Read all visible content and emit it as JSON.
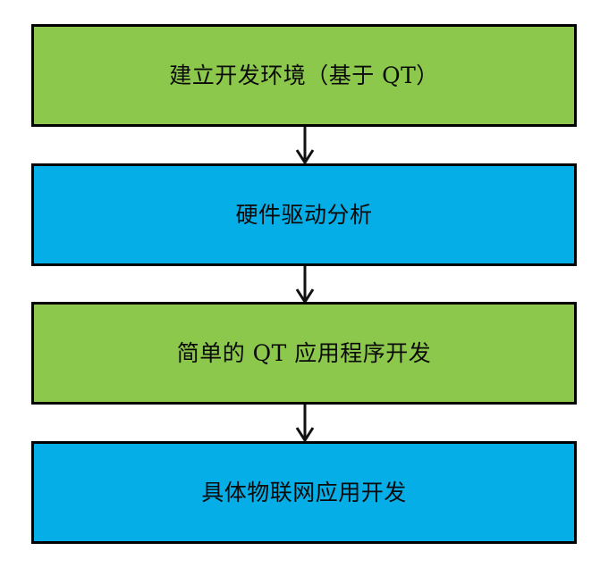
{
  "diagram": {
    "type": "flowchart",
    "orientation": "vertical-top-to-bottom",
    "background_color": "#FFFFFF",
    "border_color": "#000000",
    "text_color": "#0A0A0A",
    "colors": {
      "green": "#8CC84B",
      "blue": "#06AEE8"
    },
    "nodes": [
      {
        "id": "node-1",
        "label": "建立开发环境（基于 QT）",
        "fill": "#8CC84B",
        "shape": "rectangle"
      },
      {
        "id": "node-2",
        "label": "硬件驱动分析",
        "fill": "#06AEE8",
        "shape": "rectangle"
      },
      {
        "id": "node-3",
        "label": "简单的 QT 应用程序开发",
        "fill": "#8CC84B",
        "shape": "rectangle"
      },
      {
        "id": "node-4",
        "label": "具体物联网应用开发",
        "fill": "#06AEE8",
        "shape": "rectangle"
      }
    ],
    "connectors": [
      {
        "id": "arrow-1",
        "from": "node-1",
        "to": "node-2",
        "style": "arrow-down"
      },
      {
        "id": "arrow-2",
        "from": "node-2",
        "to": "node-3",
        "style": "arrow-down"
      },
      {
        "id": "arrow-3",
        "from": "node-3",
        "to": "node-4",
        "style": "arrow-down"
      }
    ]
  }
}
